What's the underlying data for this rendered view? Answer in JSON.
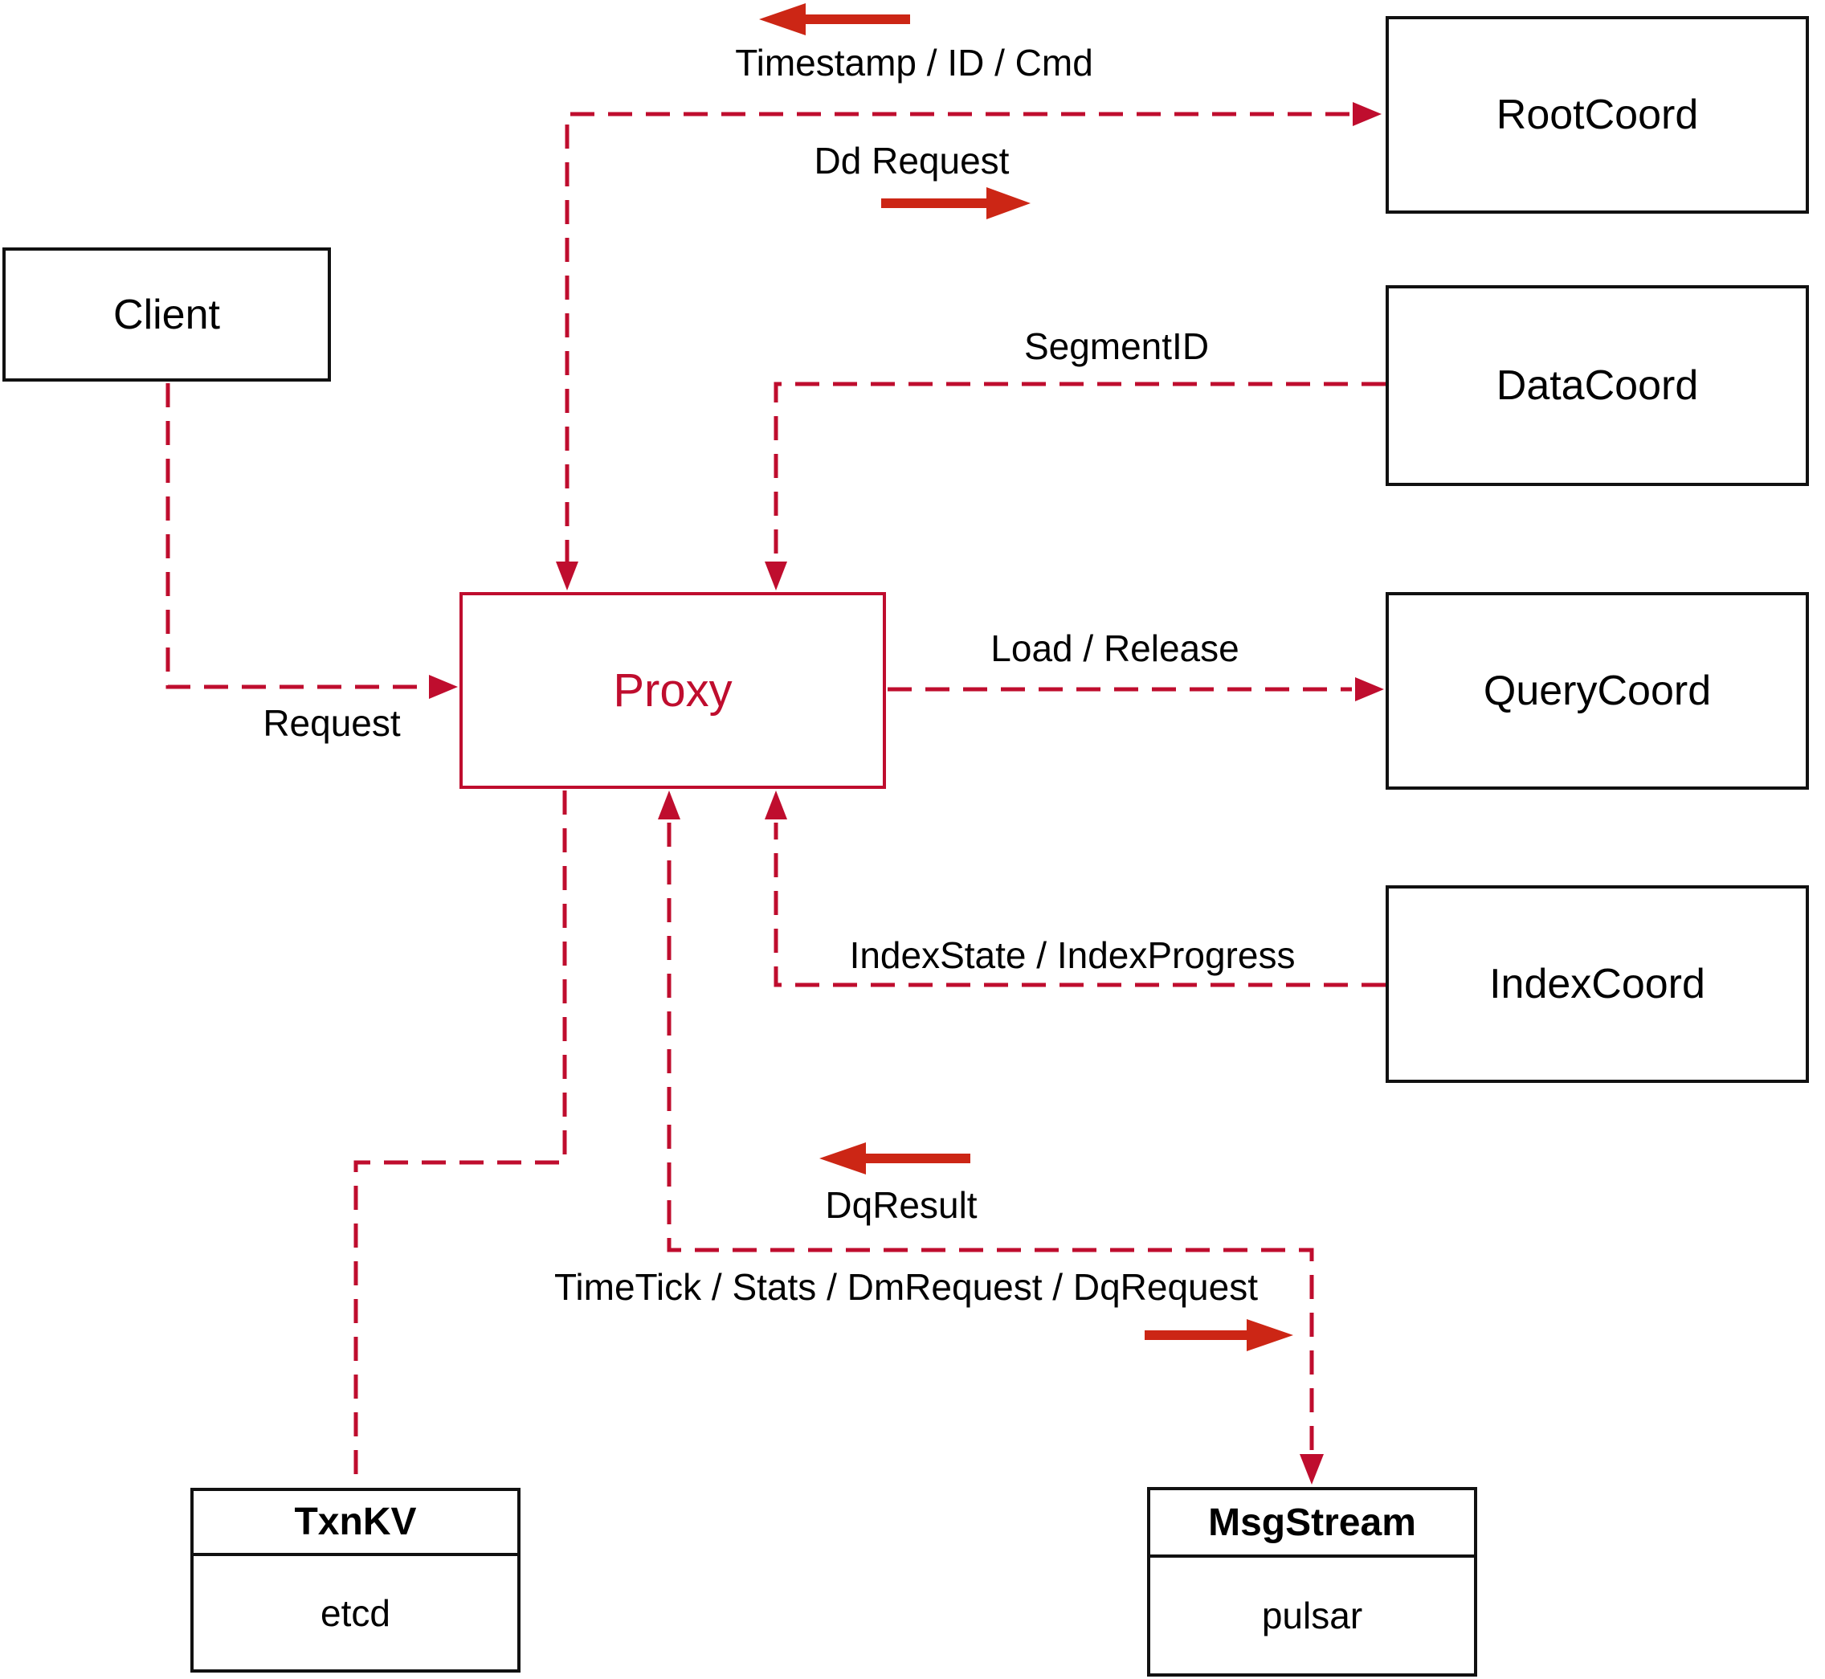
{
  "diagram": {
    "nodes": {
      "client": {
        "label": "Client"
      },
      "root_coord": {
        "label": "RootCoord"
      },
      "data_coord": {
        "label": "DataCoord"
      },
      "query_coord": {
        "label": "QueryCoord"
      },
      "index_coord": {
        "label": "IndexCoord"
      },
      "proxy": {
        "label": "Proxy"
      },
      "txn_kv": {
        "title": "TxnKV",
        "impl": "etcd"
      },
      "msg_stream": {
        "title": "MsgStream",
        "impl": "pulsar"
      }
    },
    "edge_labels": {
      "timestamp_id_cmd": "Timestamp / ID / Cmd",
      "dd_request": "Dd Request",
      "segment_id": "SegmentID",
      "request": "Request",
      "load_release": "Load / Release",
      "index_state": "IndexState / IndexProgress",
      "dq_result": "DqResult",
      "time_tick": "TimeTick / Stats / DmRequest / DqRequest"
    },
    "colors": {
      "line": "#bf0d2e",
      "arrow": "#cc2615",
      "box_border": "#111111",
      "text": "#000000",
      "background": "#ffffff"
    }
  }
}
